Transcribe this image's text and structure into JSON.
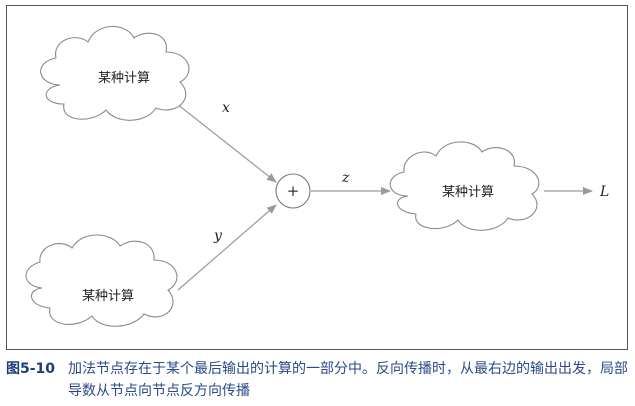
{
  "diagram": {
    "nodes": {
      "top_cloud": "某种计算",
      "bottom_cloud": "某种计算",
      "plus": "+",
      "right_cloud": "某种计算",
      "output": "L"
    },
    "edges": {
      "x": "x",
      "y": "y",
      "z": "z"
    }
  },
  "caption": {
    "figure_number": "图5-10",
    "text": "加法节点存在于某个最后输出的计算的一部分中。反向传播时，从最右边的输出出发，局部导数从节点向节点反方向传播"
  }
}
